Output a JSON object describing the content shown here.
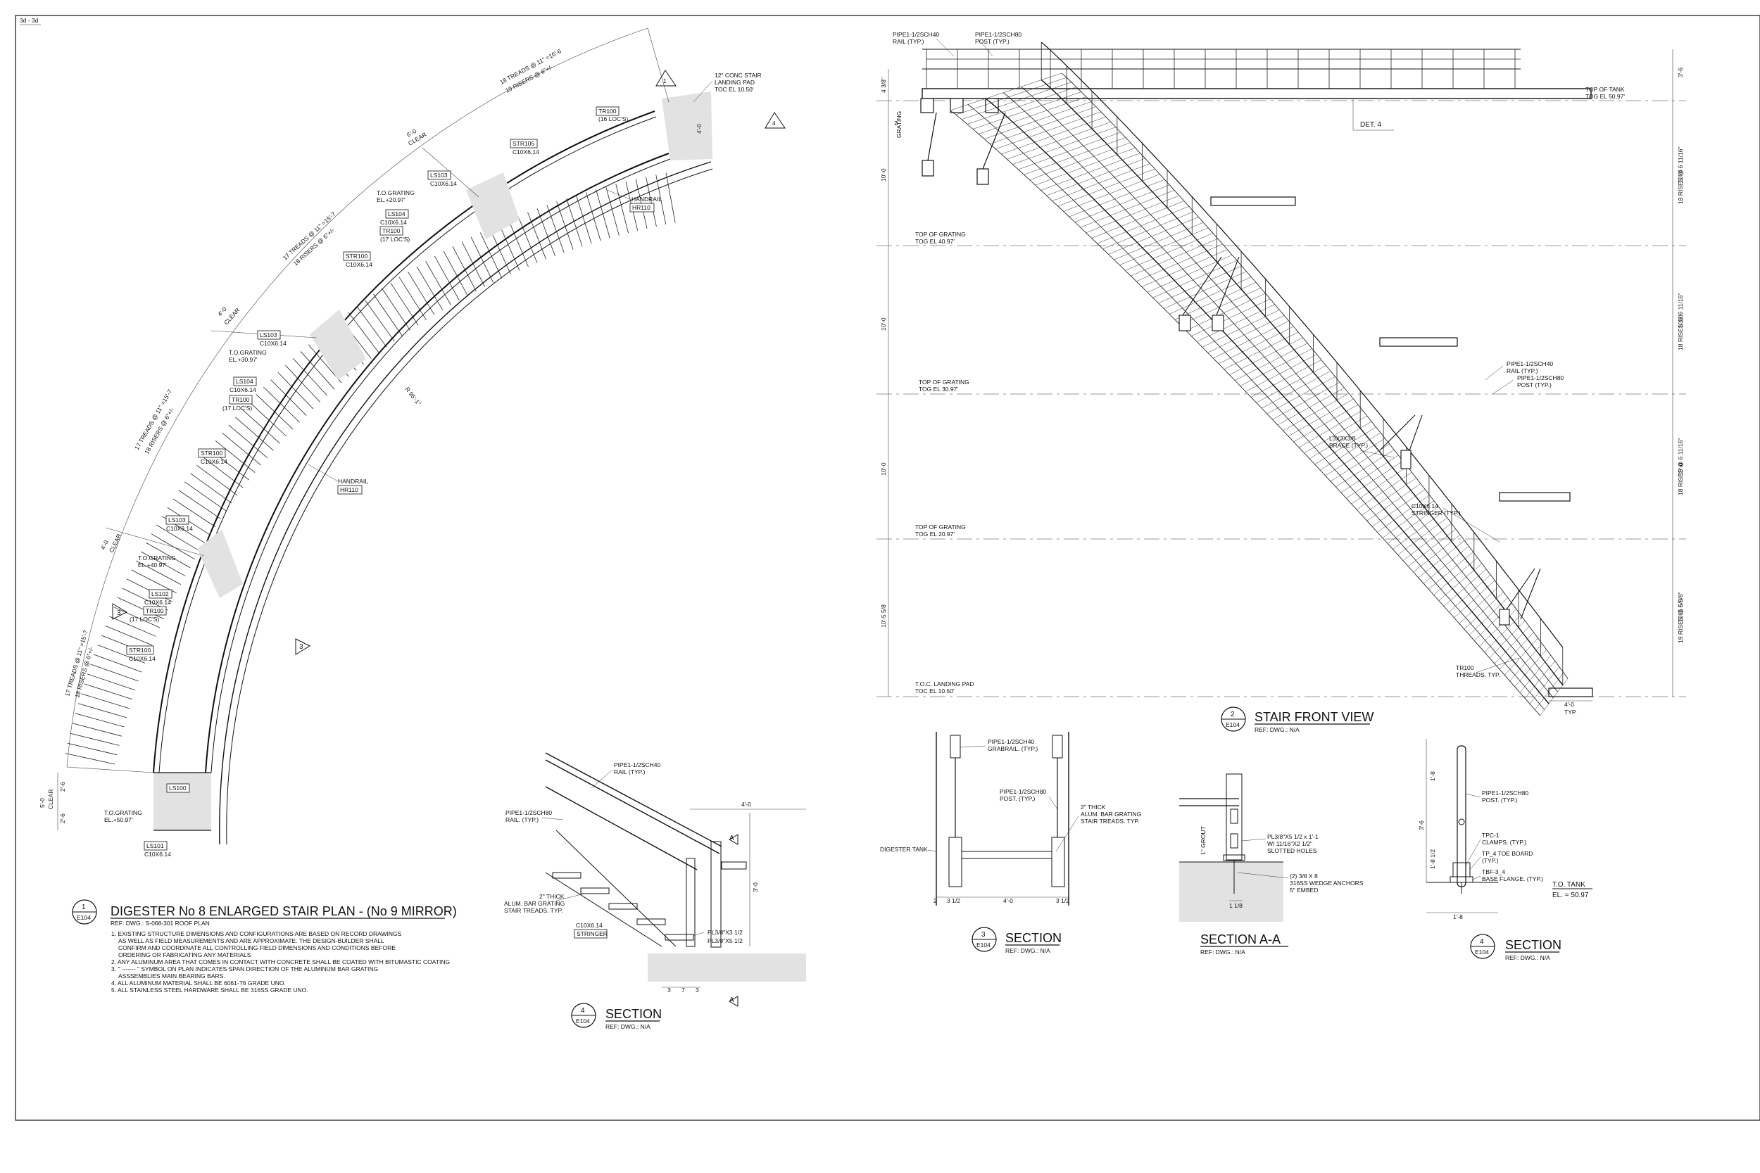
{
  "sheet": {
    "corner_id": "3d - 3d",
    "colors": {
      "line": "#111111",
      "paper": "#ffffff",
      "landing_tint": "#e2e2e2"
    }
  },
  "plan": {
    "title_number": "1",
    "title_sheet": "E104",
    "title": "DIGESTER No 8 ENLARGED STAIR PLAN - (No 9 MIRROR)",
    "ref": "REF: DWG.: S-068-301 ROOF PLAN",
    "notes": [
      "1. EXISTING STRUCTURE DIMENSIONS AND CONFIGURATIONS ARE BASED ON RECORD DRAWINGS",
      "AS WELL AS FIELD MEASUREMENTS AND ARE APPROXIMATE. THE DESIGN-BUILDER SHALL",
      "CONFIRM AND COORDINATE ALL CONTROLLING FIELD DIMENSIONS AND CONDITIONS BEFORE",
      "ORDERING OR FABRICATING ANY MATERIALS",
      "2. ANY ALUMINUM AREA THAT COMES IN CONTACT WITH CONCRETE SHALL BE COATED WITH BITUMASTIC COATING",
      "3. \" ------- \" SYMBOL ON PLAN INDICATES SPAN DIRECTION OF THE ALUMINUM BAR GRATING",
      "ASSSEMBLIES MAIN BEARING BARS.",
      "4. ALL ALUMINUM MATERIAL SHALL BE 6061-T6 GRADE UNO.",
      "5. ALL STAINLESS STEEL HARDWARE SHALL BE 316SS GRADE UNO."
    ],
    "dims": {
      "flight1_treads": "18 TREADS @ 11\" =16'-6",
      "flight1_risers": "19 RISERS @ 6\"+/-",
      "flight2_treads": "17 TREADS @ 11\" =15'-7",
      "flight2_risers": "18 RISERS @ 6\"+/-",
      "flight3_treads": "17 TREADS @ 11\" =15'-7",
      "flight3_risers": "18 RISERS @ 6\"+/-",
      "flight4_treads": "17 TREADS @ 11\" =15'-7",
      "flight4_risers": "18 RISERS @ 6\"+/-",
      "clear_6": "6'-0",
      "clear_word": "CLEAR",
      "clear_4": "4'-0",
      "clear_5": "5'-0",
      "dim_2_6": "2'-6",
      "dim_2_6b": "2'-6",
      "radius": "R 95'-1\"",
      "pad_dim": "4'-0"
    },
    "labels": {
      "conc_pad": [
        "12\" CONC STAIR",
        "LANDING PAD",
        "TOC EL 10.50'"
      ],
      "tr100_16": "TR100",
      "tr100_16_locs": "(16 LOC'S)",
      "str105": "STR105",
      "c10": "C10X6.14",
      "ls103": "LS103",
      "ls104": "LS104",
      "ls102": "LS102",
      "ls100": "LS100",
      "ls101": "LS101",
      "tr100": "TR100",
      "locs17": "(17 LOC'S)",
      "str100": "STR100",
      "handrail": "HANDRAIL",
      "hr110": "HR110",
      "tog": "T.O.GRATING",
      "el20": "EL.+20.97'",
      "el30": "EL.+30.97'",
      "el40": "EL.+40.97'",
      "el50": "EL.+50.97'"
    },
    "section_marks": [
      "1",
      "4",
      "3",
      "3"
    ]
  },
  "front": {
    "title_number": "2",
    "title_sheet": "E104",
    "title": "STAIR FRONT VIEW",
    "ref": "REF: DWG.: N/A",
    "labels": {
      "pipe40": "PIPE1-1/2SCH40",
      "rail_typ": "RAIL (TYP.)",
      "pipe80": "PIPE1-1/2SCH80",
      "post_typ": "POST (TYP.)",
      "grating": "GRATING",
      "det4": "DET. 4",
      "top_tank": "TOP OF TANK",
      "tog_5097": "TOG EL 50.97'",
      "top_grating": "TOP OF GRATING",
      "tog_4097": "TOG EL 40.97'",
      "tog_3097": "TOG EL 30.97'",
      "tog_2097": "TOG EL 20.97'",
      "toc_pad": "T.O.C. LANDING PAD",
      "toc_el": "TOC EL 10.50'",
      "brace": "L3X3X3/8",
      "brace_typ": "BRACE (TYP.)",
      "c10": "C10X6.14",
      "stringer": "STRINGER (TYP.)",
      "tr100": "TR100",
      "threads": "THREADS. TYP.",
      "bottom_dim": "4'-0",
      "typ": "TYP.",
      "left_dims": [
        "4 3/8\"",
        "10'-0",
        "10'-0",
        "10'-0",
        "10'-5 5/8"
      ],
      "left_2": "2",
      "right_dims": [
        "3'-6",
        "10'-0",
        "10'-0",
        "10'-0",
        "10'-5 5/8"
      ],
      "right_rises": [
        "18 RISES @ 6 11/16\"",
        "18 RISES @ 6 11/16\"",
        "18 RISES @ 6 11/16\"",
        "19 RISES @ 6 5/8\""
      ]
    }
  },
  "section4a": {
    "title_number": "4",
    "title_sheet": "E104",
    "title": "SECTION",
    "ref": "REF: DWG.: N/A",
    "labels": {
      "pipe40": "PIPE1-1/2SCH40",
      "rail": "RAIL (TYP.)",
      "pipe80": "PIPE1-1/2SCH80",
      "rail2": "RAIL. (TYP.)",
      "thick": "2\" THICK",
      "alum": "ALUM. BAR GRATING",
      "treads": "STAIR TREADS. TYP.",
      "c10": "C10X6.14",
      "stringer": "STRINGER",
      "pl1": "PL3/8\"X3 1/2",
      "pl2": "PL3/8\"X5 1/2",
      "w40": "4'-0",
      "h30": "3'-0",
      "b3": "3",
      "b7": "7",
      "b3b": "3",
      "mark": "A"
    }
  },
  "section3": {
    "title_number": "3",
    "title_sheet": "E104",
    "title": "SECTION",
    "ref": "REF: DWG.: N/A",
    "labels": {
      "pipe40": "PIPE1-1/2SCH40",
      "grabrail": "GRABRAIL. (TYP.)",
      "pipe80": "PIPE1-1/2SCH80",
      "post": "POST. (TYP.)",
      "thick": "2\" THICK",
      "alum": "ALUM. BAR GRATING",
      "treads": "STAIR TREADS. TYP.",
      "tank": "DIGESTER TANK",
      "d2": "2",
      "d312": "3 1/2",
      "d40": "4'-0",
      "d312b": "3 1/2"
    }
  },
  "sectionAA": {
    "title": "SECTION A-A",
    "ref": "REF: DWG.: N/A",
    "labels": {
      "grout": "1\" GROUT",
      "pl": "PL3/8\"X5 1/2 x 1'-1",
      "slot": "W/ 11/16\"X2 1/2\"",
      "holes": "SLOTTED HOLES",
      "anchor1": "(2) 3/8 X 8",
      "anchor2": "316SS WEDGE ANCHORS",
      "embed": "5\" EMBED",
      "d118": "1 1/8"
    }
  },
  "section4b": {
    "title_number": "4",
    "title_sheet": "E104",
    "title": "SECTION",
    "ref": "REF: DWG.: N/A",
    "labels": {
      "pipe80": "PIPE1-1/2SCH80",
      "post": "POST. (TYP.)",
      "tpc": "TPC-1",
      "clamps": "CLAMPS. (TYP.)",
      "tp": "TP_4 TOE BOARD",
      "tp_typ": "(TYP.)",
      "tbf": "TBF-3_4",
      "flange": "BASE FLANGE. (TYP.)",
      "d18": "1'-8",
      "d36": "3'-6",
      "d1812": "1'-8 1/2",
      "d18b": "1'-8",
      "tank": "T.O. TANK",
      "el": "EL. = 50.97"
    }
  }
}
